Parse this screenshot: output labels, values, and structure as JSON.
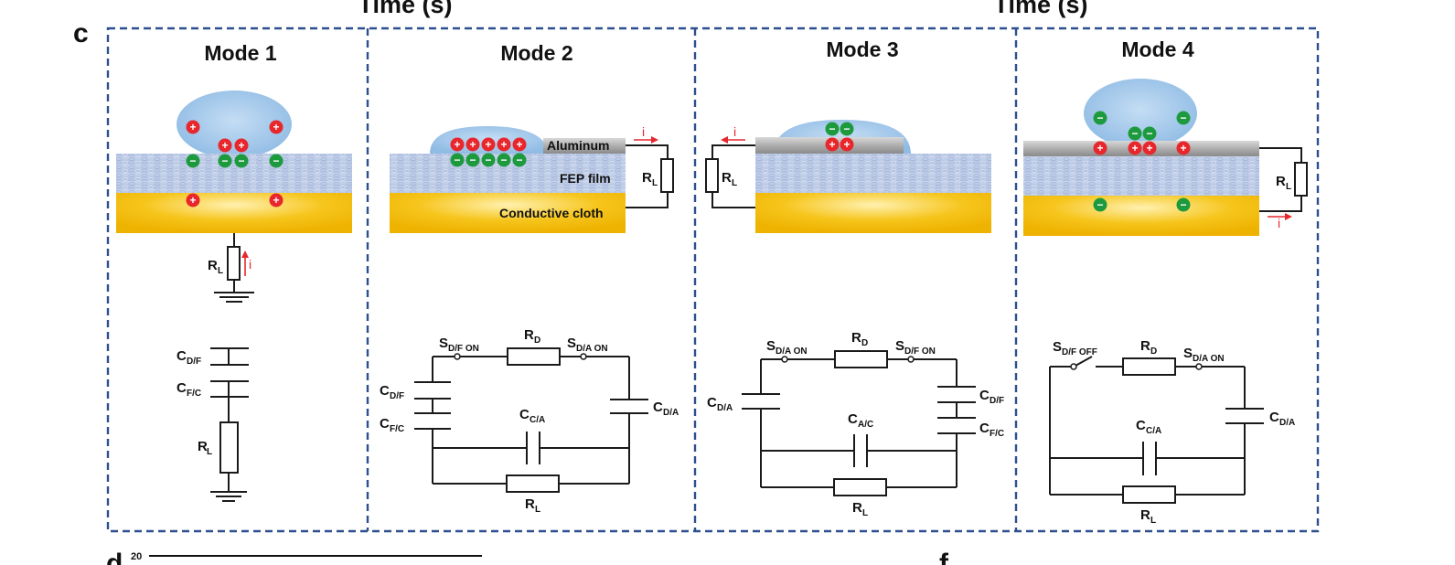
{
  "panel_letter": "c",
  "partial_texts": {
    "time_left": "Time (s)",
    "time_right": "Time (s)",
    "bottom_d": "d",
    "bottom_tick": "20",
    "bottom_f": "f"
  },
  "modes": [
    {
      "title": "Mode 1"
    },
    {
      "title": "Mode 2"
    },
    {
      "title": "Mode 3"
    },
    {
      "title": "Mode 4"
    }
  ],
  "layers": {
    "aluminum": "Aluminum",
    "fep": "FEP film",
    "cloth": "Conductive cloth"
  },
  "charges": {
    "plus": "+",
    "minus": "−"
  },
  "current": "i",
  "components": {
    "R": "R",
    "L": "L",
    "D": "D",
    "C": "C",
    "DF": "D/F",
    "FC": "F/C",
    "DA": "D/A",
    "CA": "C/A",
    "AC": "A/C",
    "sw_df_on": "D/F ON",
    "sw_da_on": "D/A ON",
    "sw_df_off": "D/F OFF",
    "S": "S"
  },
  "colors": {
    "frame": "#2e4f8f",
    "red": "#e8272d",
    "green": "#1e9a3e",
    "gold": "#f2b705",
    "drop": "#9cc3e6",
    "fep": "#b9c8e3",
    "aluminum": "#a9a9a9"
  }
}
